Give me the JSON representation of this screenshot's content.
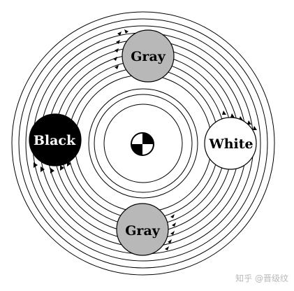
{
  "disks": [
    {
      "id": "top",
      "label": "Gray",
      "fill": "#b8b8b8",
      "text_color": "#000000"
    },
    {
      "id": "left",
      "label": "Black",
      "fill": "#000000",
      "text_color": "#ffffff"
    },
    {
      "id": "right",
      "label": "White",
      "fill": "#ffffff",
      "text_color": "#000000"
    },
    {
      "id": "bottom",
      "label": "Gray",
      "fill": "#b8b8b8",
      "text_color": "#000000"
    }
  ],
  "center_marker": {
    "icon": "quadrant-target-icon",
    "colors": [
      "#000000",
      "#ffffff"
    ]
  },
  "watermark": "知乎 @晋级纹"
}
